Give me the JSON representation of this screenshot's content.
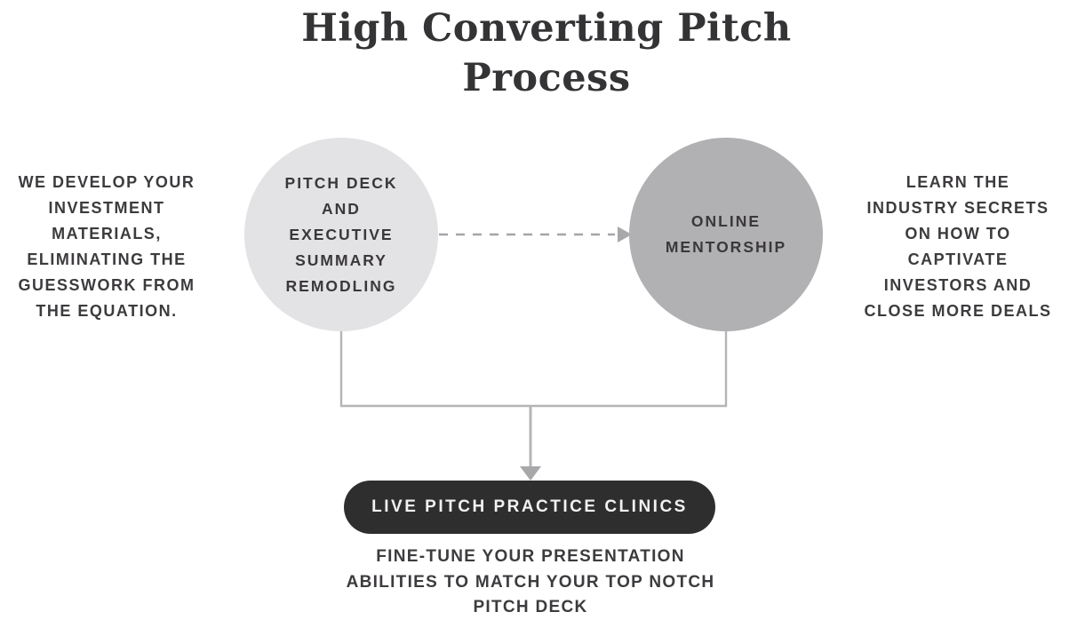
{
  "title": {
    "lines": [
      "High Converting Pitch",
      "Process"
    ]
  },
  "left_note": {
    "lines": [
      "WE DEVELOP YOUR",
      "INVESTMENT",
      "MATERIALS,",
      "ELIMINATING THE",
      "GUESSWORK FROM",
      "THE EQUATION."
    ]
  },
  "right_note": {
    "lines": [
      "LEARN THE",
      "INDUSTRY SECRETS",
      "ON HOW TO",
      "CAPTIVATE",
      "INVESTORS AND",
      "CLOSE MORE DEALS"
    ]
  },
  "nodes": {
    "pitch_deck": {
      "lines": [
        "PITCH DECK",
        "AND",
        "EXECUTIVE",
        "SUMMARY",
        "REMODLING"
      ],
      "fill": "#e3e2e4"
    },
    "mentorship": {
      "lines": [
        "ONLINE",
        "MENTORSHIP"
      ],
      "fill": "#b1b0b3"
    },
    "clinics": {
      "label": "LIVE PITCH PRACTICE CLINICS",
      "fill": "#2e2e2e",
      "text_color": "#f1f1f1"
    }
  },
  "footer_note": {
    "lines": [
      "FINE-TUNE YOUR PRESENTATION",
      "ABILITIES TO MATCH YOUR TOP NOTCH",
      "PITCH DECK"
    ]
  },
  "colors": {
    "background": "#ffffff",
    "title_text": "#343335",
    "body_text": "#3d3b3e",
    "connector_line": "#b5b4b6",
    "dashed_arrow": "#a5a4a7",
    "arrowhead": "#a8a7aa"
  }
}
